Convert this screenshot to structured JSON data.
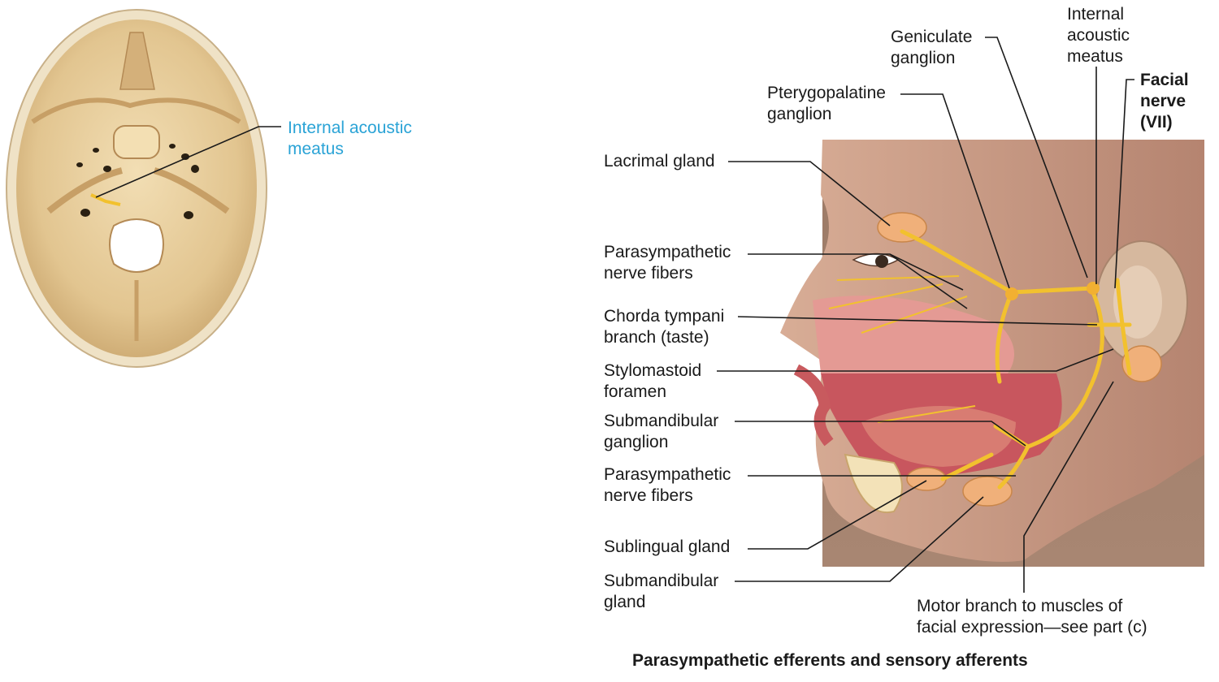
{
  "skull_label": {
    "line1": "Internal acoustic",
    "line2": "meatus"
  },
  "labels": {
    "internal_acoustic_meatus": [
      "Internal",
      "acoustic",
      "meatus"
    ],
    "geniculate_ganglion": [
      "Geniculate",
      "ganglion"
    ],
    "pterygopalatine_ganglion": [
      "Pterygopalatine",
      "ganglion"
    ],
    "facial_nerve": [
      "Facial",
      "nerve",
      "(VII)"
    ],
    "lacrimal_gland": [
      "Lacrimal gland"
    ],
    "parasympathetic_fibers_upper": [
      "Parasympathetic",
      "nerve fibers"
    ],
    "chorda_tympani": [
      "Chorda tympani",
      "branch (taste)"
    ],
    "stylomastoid_foramen": [
      "Stylomastoid",
      "foramen"
    ],
    "submandibular_ganglion": [
      "Submandibular",
      "ganglion"
    ],
    "parasympathetic_fibers_lower": [
      "Parasympathetic",
      "nerve fibers"
    ],
    "sublingual_gland": [
      "Sublingual gland"
    ],
    "submandibular_gland": [
      "Submandibular",
      "gland"
    ],
    "motor_branch": [
      "Motor branch to muscles of",
      "facial expression—see part (c)"
    ]
  },
  "caption": "Parasympathetic efferents and sensory afferents",
  "colors": {
    "nerve": "#f2c12e",
    "skull": "#e8cfa0",
    "skin": "#b98f7a",
    "lips": "#d9777a",
    "label_blue": "#2aa3d6"
  }
}
